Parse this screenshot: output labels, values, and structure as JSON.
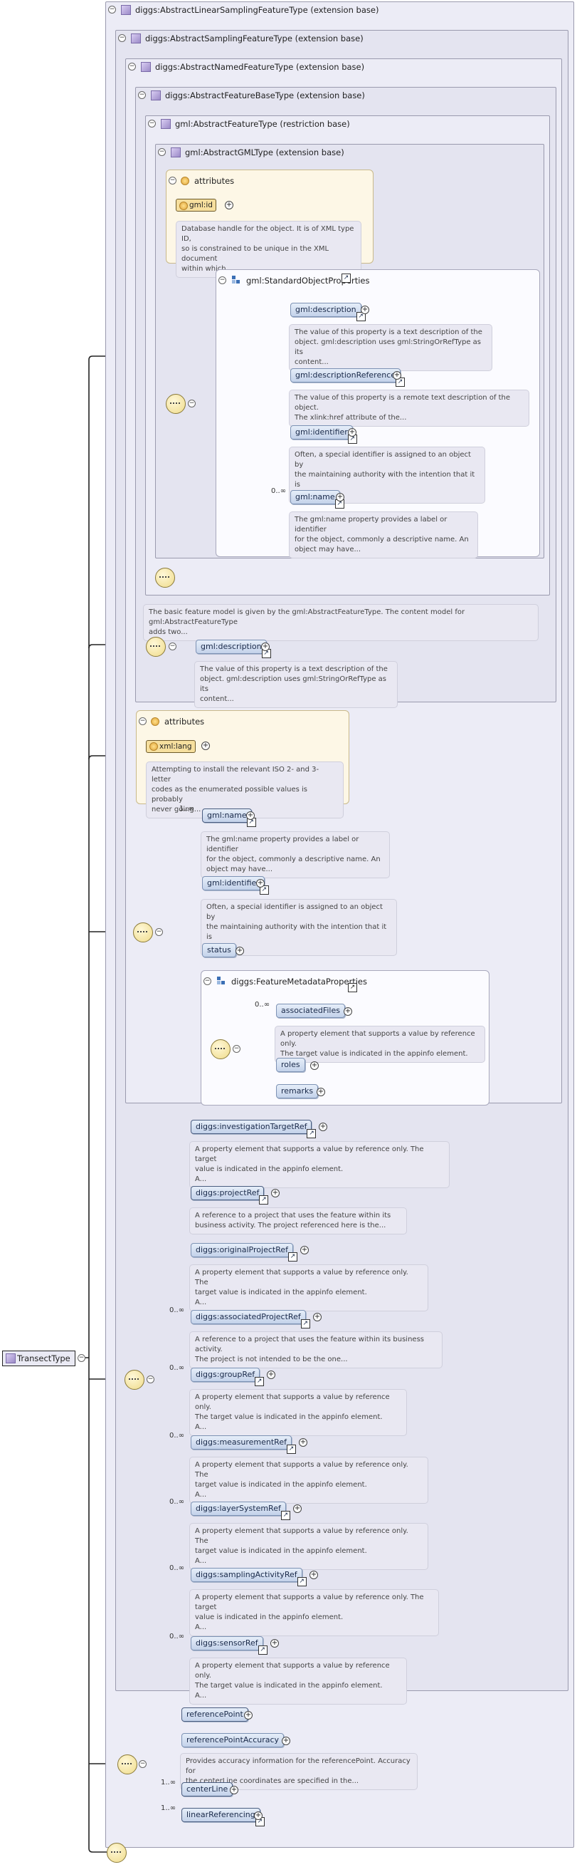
{
  "root": {
    "name": "TransectType"
  },
  "containers": {
    "linear_sampling": "diggs:AbstractLinearSamplingFeatureType (extension base)",
    "sampling": "diggs:AbstractSamplingFeatureType (extension base)",
    "named": "diggs:AbstractNamedFeatureType (extension base)",
    "feature_base": "diggs:AbstractFeatureBaseType (extension base)",
    "gml_feature": "gml:AbstractFeatureType (restriction base)",
    "gml_gml": "gml:AbstractGMLType (extension base)"
  },
  "attributes_label": "attributes",
  "gml_attrs": {
    "id": "gml:id",
    "id_doc": "Database handle for the object. It is of XML type ID,\nso is constrained to be unique in the XML document\nwithin which..."
  },
  "std_props": {
    "group": "gml:StandardObjectProperties",
    "items": [
      {
        "name": "gml:description",
        "doc": "The value of this property is a text description of the\nobject. gml:description uses gml:StringOrRefType as its\ncontent..."
      },
      {
        "name": "gml:descriptionReference",
        "doc": "The value of this property is a remote text description of the object.\nThe xlink:href attribute of the..."
      },
      {
        "name": "gml:identifier",
        "doc": "Often, a special identifier is assigned to an object by\nthe maintaining authority with the intention that it is\nused in..."
      },
      {
        "name": "gml:name",
        "doc": "The gml:name property provides a label or identifier\nfor the object, commonly a descriptive name. An\nobject may have...",
        "mult": "0..∞"
      }
    ]
  },
  "feature_doc": "The basic feature model is given by the gml:AbstractFeatureType. The content model for gml:AbstractFeatureType\nadds two...",
  "restricted_desc": {
    "name": "gml:description",
    "doc": "The value of this property is a text description of the\nobject. gml:description uses gml:StringOrRefType as its\ncontent..."
  },
  "named_attrs": {
    "lang": "xml:lang",
    "lang_doc": "Attempting to install the relevant ISO 2- and 3-letter\ncodes as the enumerated possible values is probably\nnever going..."
  },
  "named_seq": {
    "name": {
      "label": "gml:name",
      "mult": "1..∞",
      "doc": "The gml:name property provides a label or identifier\nfor the object, commonly a descriptive name. An\nobject may have..."
    },
    "identifier": {
      "label": "gml:identifier",
      "doc": "Often, a special identifier is assigned to an object by\nthe maintaining authority with the intention that it is\nused in..."
    },
    "status": {
      "label": "status"
    },
    "metadata": {
      "group": "diggs:FeatureMetadataProperties",
      "associatedFiles": {
        "label": "associatedFiles",
        "mult": "0..∞",
        "doc": "A property element that supports a value by reference only.\nThe target value is indicated in the appinfo element."
      },
      "roles": {
        "label": "roles"
      },
      "remarks": {
        "label": "remarks"
      }
    }
  },
  "sampling_refs": [
    {
      "name": "diggs:investigationTargetRef",
      "mult": "",
      "req": true,
      "doc": "A property element that supports a value by reference only. The target\nvalue is indicated in the appinfo element.\nA..."
    },
    {
      "name": "diggs:projectRef",
      "mult": "",
      "req": true,
      "doc": "A reference to a project that uses the feature within its\nbusiness activity. The project referenced here is the..."
    },
    {
      "name": "diggs:originalProjectRef",
      "mult": "",
      "req": false,
      "doc": "A property element that supports a value by reference only. The\ntarget value is indicated in the appinfo element.\nA..."
    },
    {
      "name": "diggs:associatedProjectRef",
      "mult": "0..∞",
      "req": false,
      "doc": "A reference to a project that uses the feature within its business activity.\nThe project is not intended to be the one..."
    },
    {
      "name": "diggs:groupRef",
      "mult": "0..∞",
      "req": false,
      "doc": "A property element that supports a value by reference only.\nThe target value is indicated in the appinfo element.\nA..."
    },
    {
      "name": "diggs:measurementRef",
      "mult": "0..∞",
      "req": false,
      "doc": "A property element that supports a value by reference only. The\ntarget value is indicated in the appinfo element.\nA..."
    },
    {
      "name": "diggs:layerSystemRef",
      "mult": "0..∞",
      "req": false,
      "doc": "A property element that supports a value by reference only. The\ntarget value is indicated in the appinfo element.\nA..."
    },
    {
      "name": "diggs:samplingActivityRef",
      "mult": "0..∞",
      "req": false,
      "doc": "A property element that supports a value by reference only. The target\nvalue is indicated in the appinfo element.\nA..."
    },
    {
      "name": "diggs:sensorRef",
      "mult": "0..∞",
      "req": false,
      "doc": "A property element that supports a value by reference only.\nThe target value is indicated in the appinfo element.\nA..."
    }
  ],
  "linear": {
    "referencePoint": {
      "label": "referencePoint"
    },
    "referencePointAccuracy": {
      "label": "referencePointAccuracy",
      "doc": "Provides accuracy information for the referencePoint. Accuracy for\nthe centerLine coordinates are specified in the..."
    },
    "centerLine": {
      "label": "centerLine",
      "mult": "1..∞"
    },
    "linearReferencing": {
      "label": "linearReferencing",
      "mult": "1..∞"
    }
  },
  "colors": {
    "element_fill": "#c3d2ea",
    "attribute_fill": "#f6df9e",
    "container_fill": "#ececf6"
  }
}
